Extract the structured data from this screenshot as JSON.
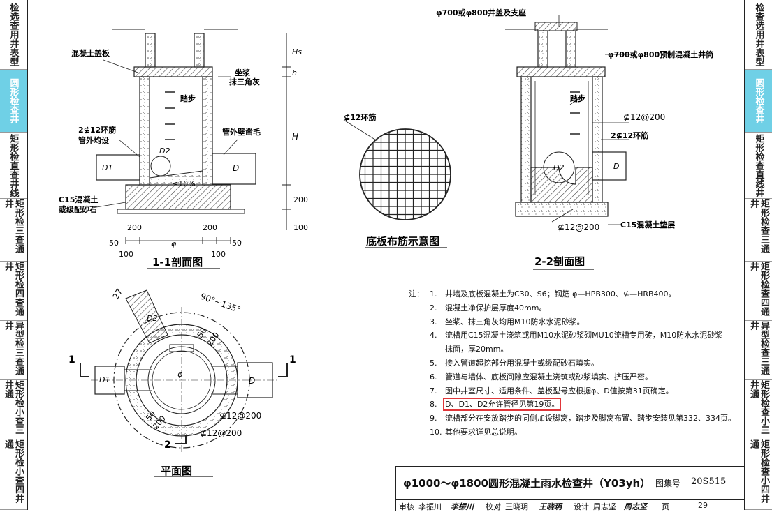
{
  "left_nav": [
    {
      "label": "检选查用井表型",
      "active": false
    },
    {
      "label": "圆形检查井",
      "active": true
    },
    {
      "label": "矩形检直查井线",
      "active": false
    },
    {
      "label": "矩形检三查通井",
      "active": false
    },
    {
      "label": "矩形检四查通井",
      "active": false
    },
    {
      "label": "异型检三查通井",
      "active": false
    },
    {
      "label": "矩形检小查三井通",
      "active": false
    },
    {
      "label": "矩形检小查四井通",
      "active": false
    }
  ],
  "right_nav": [
    {
      "label": "检查选用井表型",
      "active": false
    },
    {
      "label": "圆形检查井",
      "active": true
    },
    {
      "label": "矩形检查直线井",
      "active": false
    },
    {
      "label": "矩形检查三通井",
      "active": false
    },
    {
      "label": "矩形检查四通井",
      "active": false
    },
    {
      "label": "异型检查三通井",
      "active": false
    },
    {
      "label": "矩形检查小三井通",
      "active": false
    },
    {
      "label": "矩形检查小四井通",
      "active": false
    }
  ],
  "section11": {
    "title": "1-1剖面图",
    "label_cover": "混凝土盖板",
    "label_mortar1": "坐浆",
    "label_mortar2": "抹三角灰",
    "label_step": "踏步",
    "label_ring1": "2⊈12环筋",
    "label_ring2": "管外均设",
    "label_pipe_edge": "管外壁凿毛",
    "label_base1": "C15混凝土",
    "label_base2": "或级配砂石",
    "dim_hs": "Hs",
    "dim_h": "h",
    "dim_H": "H",
    "dim_D": "D",
    "dim_D1": "D1",
    "dim_D2": "D2",
    "dim_slope": "≤10%",
    "dim_200_right": "200",
    "dim_100_right": "100",
    "dim_200a": "200",
    "dim_200b": "200",
    "dim_50a": "50",
    "dim_50b": "50",
    "dim_100a": "100",
    "dim_100b": "100",
    "dim_phi": "φ"
  },
  "plan": {
    "title": "平面图",
    "angle": "90°~135°",
    "rebar1": "⊈12@200",
    "rebar2": "⊈12@200",
    "dim_27": "27",
    "dim_50": "50",
    "dim_200": "200",
    "dim_50b": "50",
    "dim_200b": "200",
    "sec_marker_left": "1",
    "sec_marker_right": "1",
    "sec_marker_bottom": "2",
    "dim_D": "D",
    "dim_D1": "D1",
    "dim_D2": "D2",
    "dim_phi": "φ"
  },
  "base": {
    "title": "底板布筋示意图",
    "rebar": "⊈12环筋"
  },
  "section22": {
    "title": "2-2剖面图",
    "cover": "φ700或φ800井盖及支座",
    "shaft": "φ700或φ800预制混凝土井筒",
    "step": "踏步",
    "rebar_wall": "⊈12@200",
    "rebar_ring": "2⊈12环筋",
    "rebar_base": "⊈12@200",
    "base_layer": "C15混凝土垫层",
    "dim_D2": "D2",
    "dim_D": "D"
  },
  "notes": {
    "prefix": "注：",
    "items": [
      "井墙及底板混凝土为C30、S6；钢筋 φ—HPB300、⊈—HRB400。",
      "混凝土净保护层厚度40mm。",
      "坐浆、抹三角灰均用M10防水水泥砂浆。",
      "流槽用C15混凝土浇筑或用M10水泥砂浆砌MU10流槽专用砖，M10防水水泥砂浆",
      "抹面，厚20mm。",
      "接入管道超挖部分用混凝土或级配砂石填实。",
      "管道与墙体、底板间隙应混凝土浇筑或砂浆填实、挤压严密。",
      "图中井室尺寸、适用条件、盖板型号应根据φ、D值按第31页确定。",
      "D、D1、D2允许管径见第19页。",
      "流槽部分在安放踏步的同侧加设脚窝，踏步及脚窝布置、踏步安装见第332、334页。",
      "其他要求详见总说明。"
    ],
    "numbers": [
      "1.",
      "2.",
      "3.",
      "4.",
      "",
      "5.",
      "6.",
      "7.",
      "8.",
      "9.",
      "10."
    ]
  },
  "titleblock": {
    "title": "φ1000～φ1800圆形混凝土雨水检查井（Y03yh）",
    "atlas_label": "图集号",
    "atlas_value": "20S515",
    "review_label": "审核",
    "reviewer": "李振川",
    "reviewer_sig": "李振川",
    "check_label": "校对",
    "checker": "王晓玥",
    "checker_sig": "王晓玥",
    "design_label": "设计",
    "designer": "周志坚",
    "designer_sig": "周志坚",
    "page_label": "页",
    "page_value": "29"
  },
  "colors": {
    "line": "#222222",
    "hatch": "#444444",
    "highlight": "#e0363a",
    "active_nav": "#6fd0e6"
  }
}
